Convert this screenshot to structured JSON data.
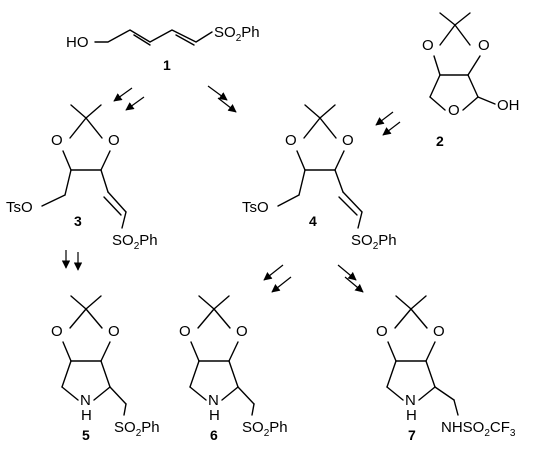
{
  "compounds": {
    "c1": {
      "number": "1",
      "label_left": "HO",
      "label_right": "SO",
      "label_right_sub": "2",
      "label_right_tail": "Ph"
    },
    "c2": {
      "number": "2",
      "o_top_left": "O",
      "o_top_right": "O",
      "o_ring": "O",
      "oh": "OH"
    },
    "c3": {
      "number": "3",
      "o_left": "O",
      "o_right": "O",
      "ts": "TsO",
      "sulfone": "SO",
      "sulfone_sub": "2",
      "sulfone_tail": "Ph"
    },
    "c4": {
      "number": "4",
      "o_left": "O",
      "o_right": "O",
      "ts": "TsO",
      "sulfone": "SO",
      "sulfone_sub": "2",
      "sulfone_tail": "Ph"
    },
    "c5": {
      "number": "5",
      "o_left": "O",
      "o_right": "O",
      "nh": "N",
      "h": "H",
      "sulfone": "SO",
      "sulfone_sub": "2",
      "sulfone_tail": "Ph"
    },
    "c6": {
      "number": "6",
      "o_left": "O",
      "o_right": "O",
      "nh": "N",
      "h": "H",
      "sulfone": "SO",
      "sulfone_sub": "2",
      "sulfone_tail": "Ph"
    },
    "c7": {
      "number": "7",
      "o_left": "O",
      "o_right": "O",
      "nh": "N",
      "h": "H",
      "amide": "NHSO",
      "amide_sub": "2",
      "amide_mid": "CF",
      "amide_sub2": "3"
    }
  }
}
